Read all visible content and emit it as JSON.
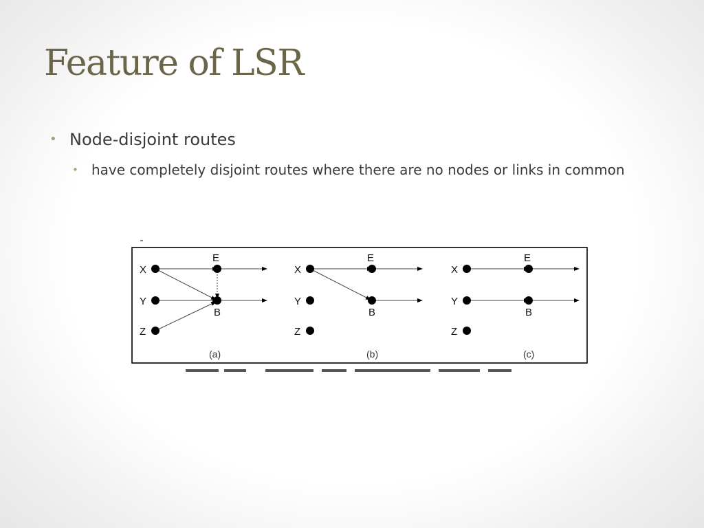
{
  "slide": {
    "title": "Feature of LSR",
    "bullets": [
      {
        "text": "Node-disjoint routes",
        "sub": [
          "have completely disjoint routes where there are no nodes or links in common"
        ]
      }
    ]
  },
  "figure": {
    "panels": [
      {
        "caption": "(a)",
        "labels": {
          "x": "X",
          "y": "Y",
          "z": "Z",
          "e": "E",
          "b": "B"
        }
      },
      {
        "caption": "(b)",
        "labels": {
          "x": "X",
          "y": "Y",
          "z": "Z",
          "e": "E",
          "b": "B"
        }
      },
      {
        "caption": "(c)",
        "labels": {
          "x": "X",
          "y": "Y",
          "z": "Z",
          "e": "E",
          "b": "B"
        }
      }
    ]
  },
  "colors": {
    "title": "#6b6649",
    "bullet_marker": "#a3a27a",
    "text": "#3a3a3a"
  }
}
